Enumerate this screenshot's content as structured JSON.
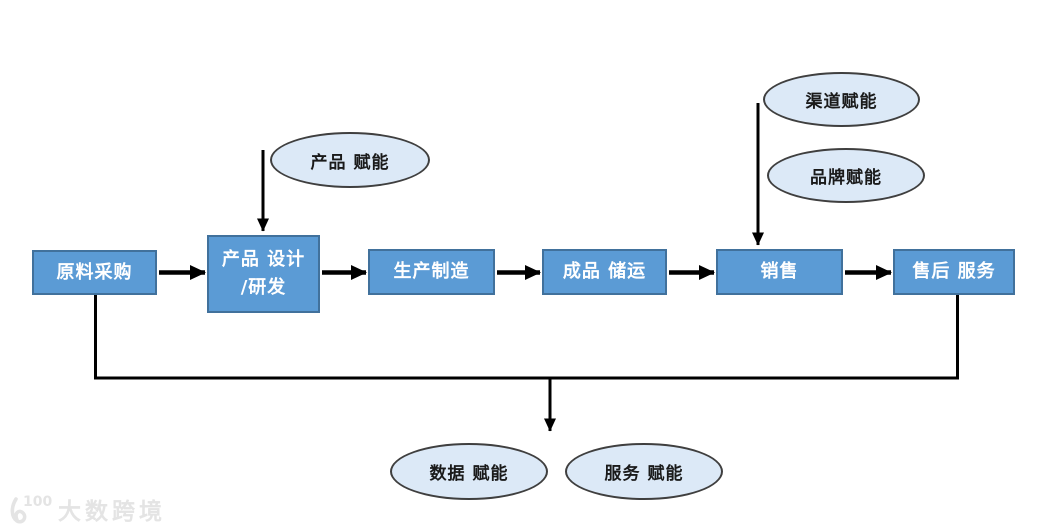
{
  "diagram": {
    "flow_boxes": [
      {
        "label": "原料采购"
      },
      {
        "label": "产品 设计\n/研发"
      },
      {
        "label": "生产制造"
      },
      {
        "label": "成品 储运"
      },
      {
        "label": "销售"
      },
      {
        "label": "售后 服务"
      }
    ],
    "empowerment_ellipses": [
      {
        "label": "产品 赋能"
      },
      {
        "label": "渠道赋能"
      },
      {
        "label": "品牌赋能"
      },
      {
        "label": "数据 赋能"
      },
      {
        "label": "服务 赋能"
      }
    ],
    "colors": {
      "box_fill": "#5b9bd5",
      "box_border": "#41719c",
      "box_text": "#ffffff",
      "ellipse_fill": "#dce9f7",
      "ellipse_border": "#3f3f3f",
      "arrow": "#000000"
    }
  },
  "watermark": {
    "logo_text": "100",
    "brand": "大数跨境"
  }
}
